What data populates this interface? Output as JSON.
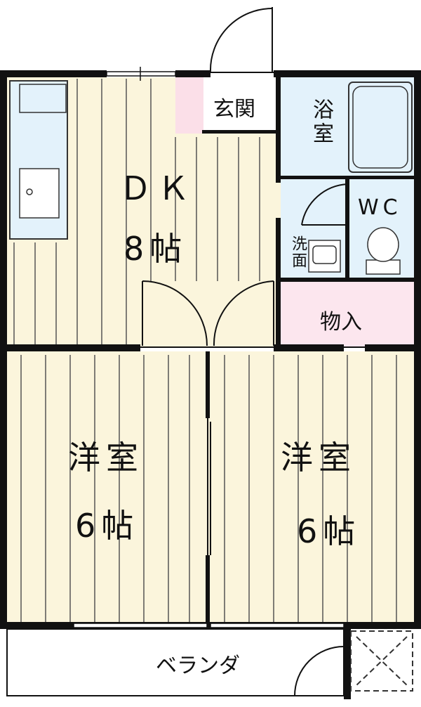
{
  "rooms": {
    "dk_name": "ＤＫ",
    "dk_size": "8帖",
    "entrance": "玄関",
    "bath": "浴室",
    "wc": "WC",
    "washroom": "洗面",
    "storage": "物入",
    "west_room_name": "洋室",
    "west_room_size": "6帖",
    "east_room_name": "洋室",
    "east_room_size": "6帖",
    "balcony": "ベランダ"
  },
  "colors": {
    "floor_wood": "#fbf5dc",
    "plank_line": "#555555",
    "wet_area": "#e3f2fb",
    "storage_pink": "#fce6ee",
    "entrance_pink": "#fbdfe8",
    "wall": "#111111"
  }
}
